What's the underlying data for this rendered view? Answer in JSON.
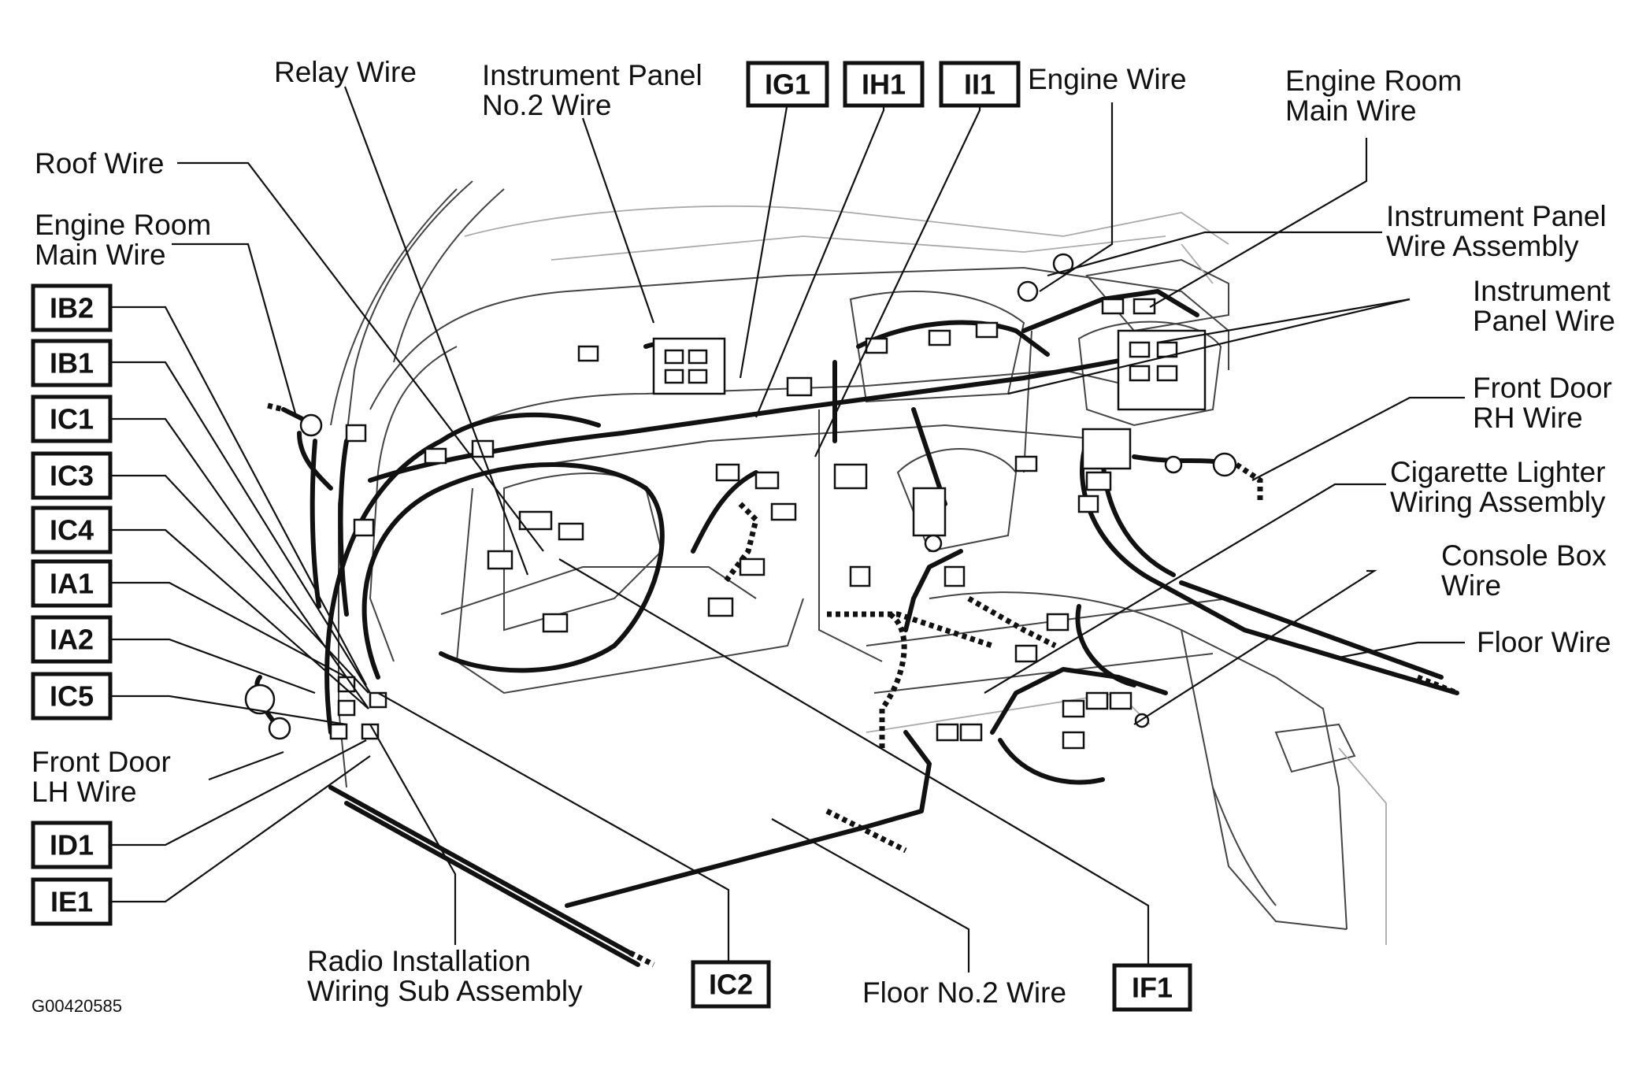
{
  "figure_code": "G00420585",
  "labels": {
    "relay_wire": [
      "Relay Wire"
    ],
    "instrument_panel_no2_wire": [
      "Instrument Panel",
      "No.2 Wire"
    ],
    "engine_wire": [
      "Engine Wire"
    ],
    "engine_room_main_wire_right": [
      "Engine Room",
      "Main Wire"
    ],
    "roof_wire": [
      "Roof Wire"
    ],
    "engine_room_main_wire_left": [
      "Engine Room",
      "Main Wire"
    ],
    "instrument_panel_wire_assembly": [
      "Instrument Panel",
      "Wire Assembly"
    ],
    "instrument_panel_wire": [
      "Instrument",
      "Panel Wire"
    ],
    "front_door_rh_wire": [
      "Front Door",
      "RH Wire"
    ],
    "cigarette_lighter_wiring_assembly": [
      "Cigarette Lighter",
      "Wiring Assembly"
    ],
    "console_box_wire": [
      "Console Box",
      "Wire"
    ],
    "floor_wire": [
      "Floor Wire"
    ],
    "front_door_lh_wire": [
      "Front Door",
      "LH Wire"
    ],
    "radio_installation_wiring_sub_assembly": [
      "Radio Installation",
      "Wiring Sub Assembly"
    ],
    "floor_no2_wire": [
      "Floor No.2 Wire"
    ]
  },
  "connectors": {
    "IG1": "IG1",
    "IH1": "IH1",
    "II1": "II1",
    "IB2": "IB2",
    "IB1": "IB1",
    "IC1": "IC1",
    "IC3": "IC3",
    "IC4": "IC4",
    "IA1": "IA1",
    "IA2": "IA2",
    "IC5": "IC5",
    "ID1": "ID1",
    "IE1": "IE1",
    "IC2": "IC2",
    "IF1": "IF1"
  },
  "colors": {
    "line": "#111111",
    "background": "#ffffff"
  }
}
